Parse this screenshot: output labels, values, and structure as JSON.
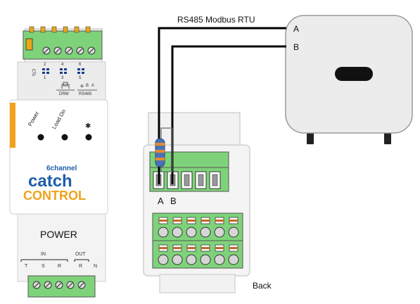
{
  "bus_label": "RS485 Modbus RTU",
  "inverter": {
    "terminal_a": "A",
    "terminal_b": "B"
  },
  "meter_back": {
    "terminal_a": "A",
    "terminal_b": "B",
    "label": "Back"
  },
  "controller": {
    "brand_top": "6channel",
    "brand_line1": "catch",
    "brand_line2": "CONTROL",
    "led_labels": [
      "Power",
      "Load On"
    ],
    "bluetooth_symbol": "✱",
    "power_label": "POWER",
    "in_label": "IN",
    "out_label": "OUT",
    "bottom_terms": [
      "T",
      "S",
      "R",
      "R",
      "N"
    ],
    "ct_label": "CTs",
    "ct_numbers_top": [
      "2",
      "4",
      "6"
    ],
    "ct_numbers_bottom": [
      "1",
      "3",
      "5"
    ],
    "drm_label": "DRM",
    "rs485_label": "RS485",
    "rs485_pins": [
      "⊕",
      "B",
      "A"
    ]
  },
  "colors": {
    "terminal_green": "#7ed37a",
    "brand_orange": "#f0a21d",
    "brand_blue": "#1d5fa8",
    "wire": "#000000",
    "resistor_body": "#4a72b8",
    "resistor_band": "#e88a2c"
  }
}
